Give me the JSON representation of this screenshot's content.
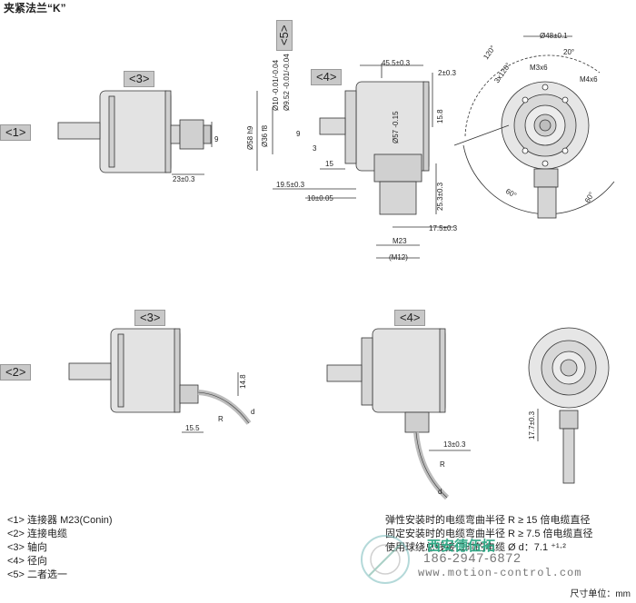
{
  "title": "夹紧法兰“K”",
  "tags": {
    "row1": "<1>",
    "row2": "<2>",
    "axial1": "<3>",
    "radial1": "<4>",
    "alt": "<5>",
    "axial2": "<3>",
    "radial2": "<4>"
  },
  "dims": {
    "d23": "23±0.3",
    "d9": "9",
    "d58": "Ø58 h9",
    "d36": "Ø36 f8",
    "d10": "Ø10 -0.01/-0.04",
    "d952": "Ø9.52 -0.01/-0.04",
    "d9b": "9",
    "d3": "3",
    "d15": "15",
    "d195": "19.5±0.3",
    "d10b": "10±0.05",
    "d455": "45.5±0.3",
    "d2": "2±0.3",
    "d158": "15.8",
    "d57": "Ø57 -0.15",
    "d253": "25.3±0.3",
    "d175": "17.5±0.3",
    "m23": "M23",
    "m12": "(M12)",
    "d48": "Ø48±0.1",
    "a20": "20°",
    "a120": "120°",
    "a3x120": "3x120°",
    "m3": "M3x6",
    "m4": "M4x6",
    "a60a": "60°",
    "a60b": "60°",
    "d148": "14.8",
    "d155": "15.5",
    "r": "R",
    "d": "d",
    "d13": "13±0.3",
    "d177": "17.7±0.3"
  },
  "legend": [
    "<1> 连接器 M23(Conin)",
    "<2> 连接电缆",
    "<3> 轴向",
    "<4> 径向",
    "<5> 二者选一"
  ],
  "notes": [
    "弹性安装时的电缆弯曲半径 R ≥ 15 倍电缆直径",
    "固定安装时的电缆弯曲半径 R ≥ 7.5 倍电缆直径",
    "使用球绕总线接口时的电缆 Ø d：7.1 ⁺¹·²"
  ],
  "unit": "尺寸单位：mm",
  "watermark": {
    "company": "西安德伍拓",
    "phone": "186-2947-6872",
    "url": "www.motion-control.com"
  }
}
